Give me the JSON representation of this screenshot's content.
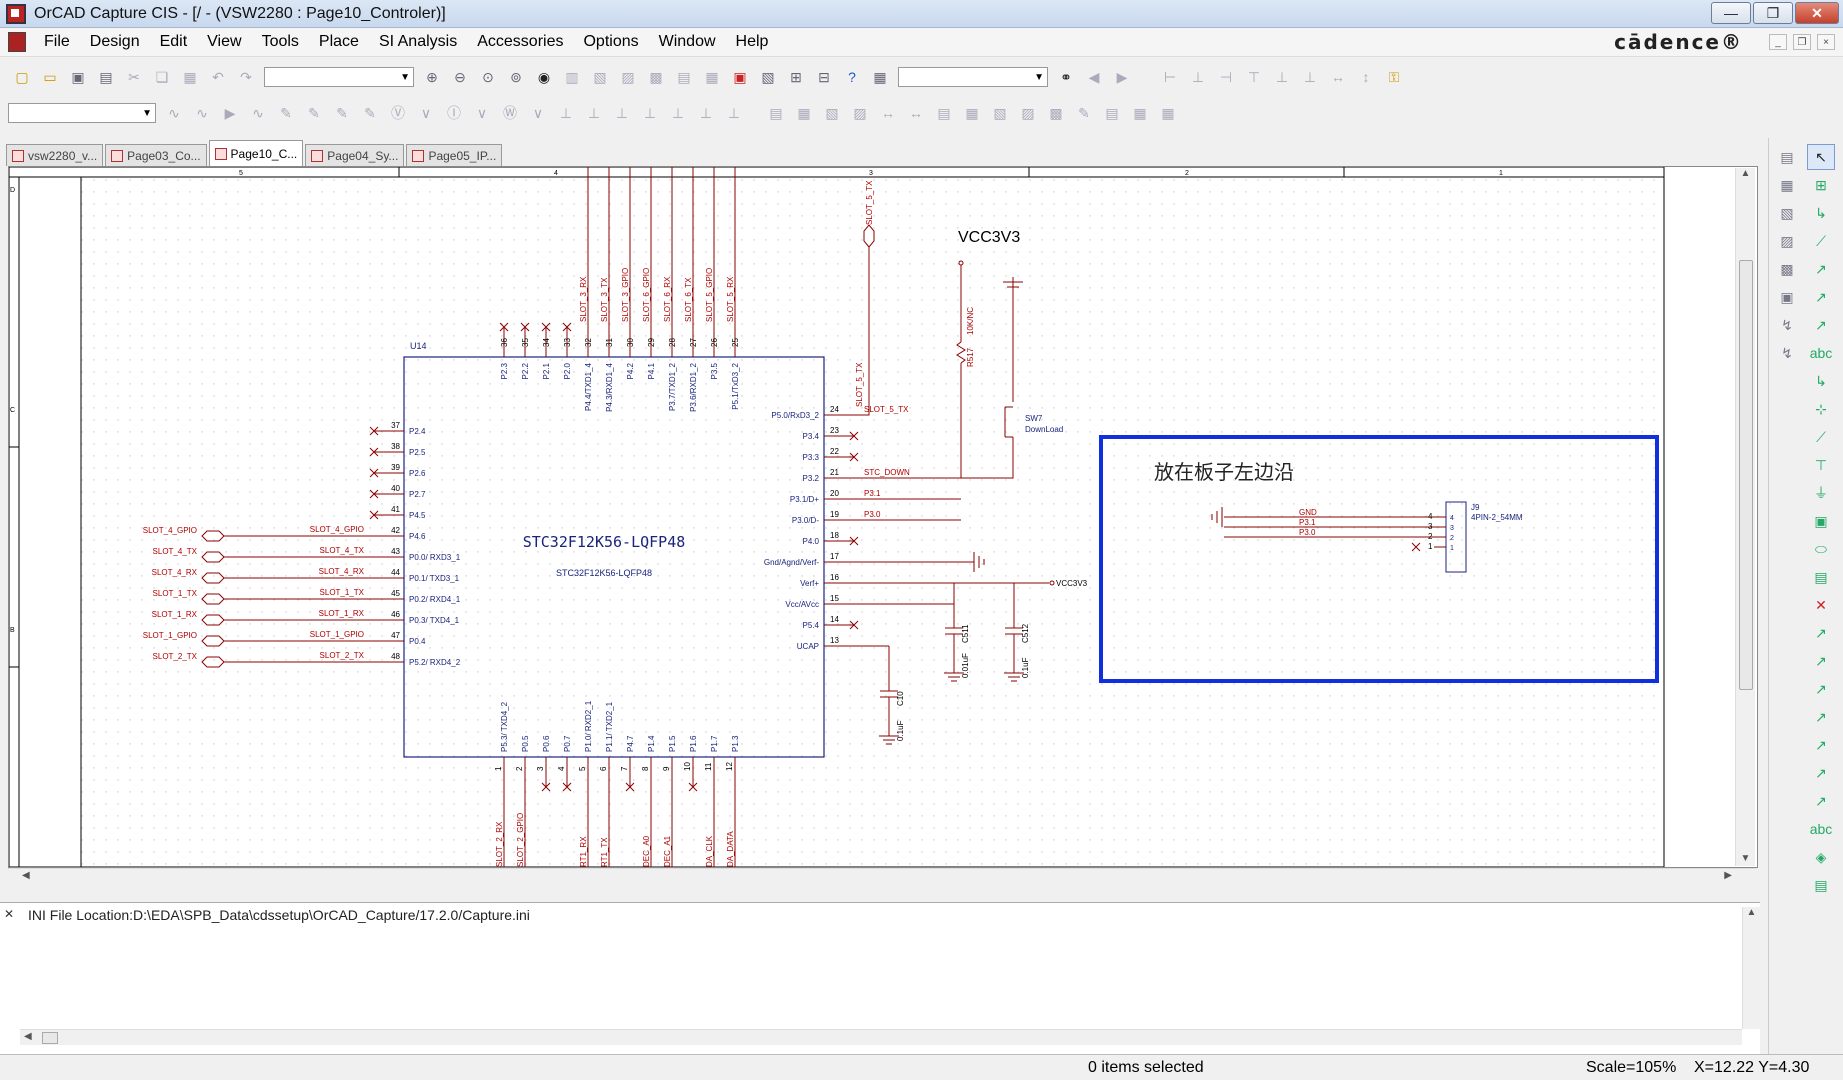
{
  "window": {
    "title": "OrCAD Capture CIS - [/ - (VSW2280 : Page10_Controler)]",
    "minimize": "—",
    "restore": "❐",
    "close": "✕"
  },
  "menu": [
    "File",
    "Design",
    "Edit",
    "View",
    "Tools",
    "Place",
    "SI Analysis",
    "Accessories",
    "Options",
    "Window",
    "Help"
  ],
  "brand": "cādence®",
  "tabs": [
    "vsw2280_v...",
    "Page03_Co...",
    "Page10_C...",
    "Page04_Sy...",
    "Page05_IP..."
  ],
  "sheet": {
    "border_numbers": [
      "5",
      "4",
      "3",
      "2",
      "1"
    ],
    "left_letters": [
      "D",
      "C",
      "B"
    ],
    "chip": {
      "refdes": "U14",
      "value": "STC32F12K56-LQFP48",
      "footprint": "STC32F12K56-LQFP48",
      "top_pins": [
        {
          "num": "36",
          "name": "P2.3",
          "net": ""
        },
        {
          "num": "35",
          "name": "P2.2",
          "net": ""
        },
        {
          "num": "34",
          "name": "P2.1",
          "net": ""
        },
        {
          "num": "33",
          "name": "P2.0",
          "net": ""
        },
        {
          "num": "32",
          "name": "P4.4/TXD1_4",
          "net": "SLOT_3_RX"
        },
        {
          "num": "31",
          "name": "P4.3/RXD1_4",
          "net": "SLOT_3_TX"
        },
        {
          "num": "30",
          "name": "P4.2",
          "net": "SLOT_3_GPIO"
        },
        {
          "num": "29",
          "name": "P4.1",
          "net": "SLOT_6_GPIO"
        },
        {
          "num": "28",
          "name": "P3.7/TXD1_2",
          "net": "SLOT_6_RX"
        },
        {
          "num": "27",
          "name": "P3.6/RXD1_2",
          "net": "SLOT_6_TX"
        },
        {
          "num": "26",
          "name": "P3.5",
          "net": "SLOT_5_GPIO"
        },
        {
          "num": "25",
          "name": "P5.1/TxD3_2",
          "net": "SLOT_5_RX"
        }
      ],
      "left_pins": [
        {
          "num": "37",
          "name": "P2.4",
          "net": ""
        },
        {
          "num": "38",
          "name": "P2.5",
          "net": ""
        },
        {
          "num": "39",
          "name": "P2.6",
          "net": ""
        },
        {
          "num": "40",
          "name": "P2.7",
          "net": ""
        },
        {
          "num": "41",
          "name": "P4.5",
          "net": ""
        },
        {
          "num": "42",
          "name": "P4.6",
          "net": "SLOT_4_GPIO",
          "port": "SLOT_4_GPIO"
        },
        {
          "num": "43",
          "name": "P0.0/ RXD3_1",
          "net": "SLOT_4_TX",
          "port": "SLOT_4_TX"
        },
        {
          "num": "44",
          "name": "P0.1/ TXD3_1",
          "net": "SLOT_4_RX",
          "port": "SLOT_4_RX"
        },
        {
          "num": "45",
          "name": "P0.2/ RXD4_1",
          "net": "SLOT_1_TX",
          "port": "SLOT_1_TX"
        },
        {
          "num": "46",
          "name": "P0.3/ TXD4_1",
          "net": "SLOT_1_RX",
          "port": "SLOT_1_RX"
        },
        {
          "num": "47",
          "name": "P0.4",
          "net": "SLOT_1_GPIO",
          "port": "SLOT_1_GPIO"
        },
        {
          "num": "48",
          "name": "P5.2/ RXD4_2",
          "net": "SLOT_2_TX",
          "port": "SLOT_2_TX"
        }
      ],
      "right_pins": [
        {
          "num": "24",
          "name": "P5.0/RxD3_2",
          "net": "SLOT_5_TX"
        },
        {
          "num": "23",
          "name": "P3.4",
          "net": ""
        },
        {
          "num": "22",
          "name": "P3.3",
          "net": ""
        },
        {
          "num": "21",
          "name": "P3.2",
          "net": "STC_DOWN"
        },
        {
          "num": "20",
          "name": "P3.1/D+",
          "net": "P3.1"
        },
        {
          "num": "19",
          "name": "P3.0/D-",
          "net": "P3.0"
        },
        {
          "num": "18",
          "name": "P4.0",
          "net": ""
        },
        {
          "num": "17",
          "name": "Gnd/Agnd/Verf-",
          "net": ""
        },
        {
          "num": "16",
          "name": "Verf+",
          "net": ""
        },
        {
          "num": "15",
          "name": "Vcc/AVcc",
          "net": ""
        },
        {
          "num": "14",
          "name": "P5.4",
          "net": ""
        },
        {
          "num": "13",
          "name": "UCAP",
          "net": ""
        }
      ],
      "bottom_pins": [
        {
          "num": "1",
          "name": "P5.3/ TXD4_2",
          "net": "SLOT_2_RX"
        },
        {
          "num": "2",
          "name": "P0.5",
          "net": "SLOT_2_GPIO"
        },
        {
          "num": "3",
          "name": "P0.6",
          "net": ""
        },
        {
          "num": "4",
          "name": "P0.7",
          "net": ""
        },
        {
          "num": "5",
          "name": "P1.0/ RXD2_1",
          "net": "RT1_RX"
        },
        {
          "num": "6",
          "name": "P1.1/ TXD2_1",
          "net": "RT1_TX"
        },
        {
          "num": "7",
          "name": "P4.7",
          "net": ""
        },
        {
          "num": "8",
          "name": "P1.4",
          "net": "DEC_A0"
        },
        {
          "num": "9",
          "name": "P1.5",
          "net": "DEC_A1"
        },
        {
          "num": "10",
          "name": "P1.6",
          "net": ""
        },
        {
          "num": "11",
          "name": "P1.7",
          "net": "DA_CLK"
        },
        {
          "num": "12",
          "name": "P1.3",
          "net": "DA_DATA"
        }
      ]
    },
    "slot5_port": "SLOT_5_TX",
    "vcc_label": "VCC3V3",
    "vcc_port": "VCC3V3",
    "resistor": {
      "ref": "R517",
      "value": "10K/NC"
    },
    "switch": {
      "ref": "SW7",
      "value": "DownLoad"
    },
    "caps": [
      {
        "ref": "C10",
        "value": "0.1uF"
      },
      {
        "ref": "C511",
        "value": "0.01uF"
      },
      {
        "ref": "C512",
        "value": "0.1uF"
      }
    ],
    "note": "放在板子左边沿",
    "connector": {
      "ref": "J9",
      "value": "4PIN-2_54MM",
      "pins": [
        {
          "num": "4",
          "net": "GND"
        },
        {
          "num": "3",
          "net": "P3.1"
        },
        {
          "num": "2",
          "net": "P3.0"
        },
        {
          "num": "1",
          "net": ""
        }
      ]
    },
    "colors": {
      "wire": "#8b0000",
      "pin": "#8b0000",
      "body": "#1a237e",
      "label": "#b00000",
      "highlight": "#1030e0",
      "ground": "#800000"
    }
  },
  "log": {
    "text": "INI File Location:D:\\EDA\\SPB_Data\\cdssetup\\OrCAD_Capture/17.2.0/Capture.ini"
  },
  "status": {
    "selection": "0 items selected",
    "scale": "Scale=105%",
    "coords": "X=12.22  Y=4.30"
  }
}
